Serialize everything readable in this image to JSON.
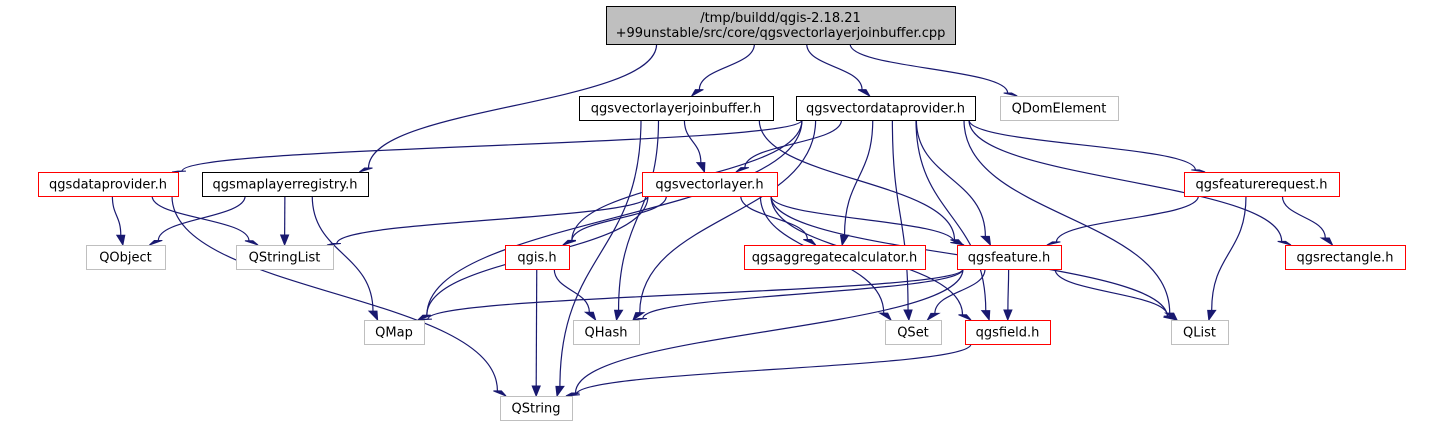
{
  "graph": {
    "title": "Include dependency graph",
    "colors": {
      "edge": "#191970",
      "root_fill": "#bfbfbf",
      "root_border": "#000000",
      "normal_border": "#000000",
      "red_border": "#ff0000",
      "gray_border": "#bfbfbf",
      "node_fill": "#ffffff"
    },
    "nodes": [
      {
        "id": "root",
        "lines": [
          "/tmp/buildd/qgis-2.18.21",
          "+99unstable/src/core/qgsvectorlayerjoinbuffer.cpp"
        ],
        "style": "root"
      },
      {
        "id": "joinbuffer",
        "lines": [
          "qgsvectorlayerjoinbuffer.h"
        ],
        "style": "normal"
      },
      {
        "id": "vdp",
        "lines": [
          "qgsvectordataprovider.h"
        ],
        "style": "normal"
      },
      {
        "id": "qdomelement",
        "lines": [
          "QDomElement"
        ],
        "style": "gray"
      },
      {
        "id": "dataprovider",
        "lines": [
          "qgsdataprovider.h"
        ],
        "style": "red"
      },
      {
        "id": "registry",
        "lines": [
          "qgsmaplayerregistry.h"
        ],
        "style": "normal"
      },
      {
        "id": "vectorlayer",
        "lines": [
          "qgsvectorlayer.h"
        ],
        "style": "red"
      },
      {
        "id": "featurerequest",
        "lines": [
          "qgsfeaturerequest.h"
        ],
        "style": "red"
      },
      {
        "id": "qobject",
        "lines": [
          "QObject"
        ],
        "style": "gray"
      },
      {
        "id": "qstringlist",
        "lines": [
          "QStringList"
        ],
        "style": "gray"
      },
      {
        "id": "qgis",
        "lines": [
          "qgis.h"
        ],
        "style": "red"
      },
      {
        "id": "aggregate",
        "lines": [
          "qgsaggregatecalculator.h"
        ],
        "style": "red"
      },
      {
        "id": "feature",
        "lines": [
          "qgsfeature.h"
        ],
        "style": "red"
      },
      {
        "id": "rectangle",
        "lines": [
          "qgsrectangle.h"
        ],
        "style": "red"
      },
      {
        "id": "qmap",
        "lines": [
          "QMap"
        ],
        "style": "gray"
      },
      {
        "id": "qhash",
        "lines": [
          "QHash"
        ],
        "style": "gray"
      },
      {
        "id": "qset",
        "lines": [
          "QSet"
        ],
        "style": "gray"
      },
      {
        "id": "field",
        "lines": [
          "qgsfield.h"
        ],
        "style": "red"
      },
      {
        "id": "qlist",
        "lines": [
          "QList"
        ],
        "style": "gray"
      },
      {
        "id": "qstring",
        "lines": [
          "QString"
        ],
        "style": "gray"
      }
    ],
    "edges": [
      [
        "root",
        "joinbuffer"
      ],
      [
        "root",
        "vdp"
      ],
      [
        "root",
        "qdomelement"
      ],
      [
        "root",
        "registry"
      ],
      [
        "joinbuffer",
        "qstring"
      ],
      [
        "joinbuffer",
        "vectorlayer"
      ],
      [
        "joinbuffer",
        "qhash"
      ],
      [
        "joinbuffer",
        "feature"
      ],
      [
        "vdp",
        "dataprovider"
      ],
      [
        "vdp",
        "qgis"
      ],
      [
        "vdp",
        "vectorlayer"
      ],
      [
        "vdp",
        "featurerequest"
      ],
      [
        "vdp",
        "aggregate"
      ],
      [
        "vdp",
        "feature"
      ],
      [
        "vdp",
        "rectangle"
      ],
      [
        "vdp",
        "qmap"
      ],
      [
        "vdp",
        "qhash"
      ],
      [
        "vdp",
        "qset"
      ],
      [
        "vdp",
        "field"
      ],
      [
        "vdp",
        "qlist"
      ],
      [
        "dataprovider",
        "qobject"
      ],
      [
        "dataprovider",
        "qstringlist"
      ],
      [
        "dataprovider",
        "qstring"
      ],
      [
        "registry",
        "qobject"
      ],
      [
        "registry",
        "qstringlist"
      ],
      [
        "registry",
        "qmap"
      ],
      [
        "vectorlayer",
        "qstringlist"
      ],
      [
        "vectorlayer",
        "qgis"
      ],
      [
        "vectorlayer",
        "qmap"
      ],
      [
        "vectorlayer",
        "aggregate"
      ],
      [
        "vectorlayer",
        "feature"
      ],
      [
        "vectorlayer",
        "qset"
      ],
      [
        "vectorlayer",
        "field"
      ],
      [
        "vectorlayer",
        "qlist"
      ],
      [
        "featurerequest",
        "feature"
      ],
      [
        "featurerequest",
        "rectangle"
      ],
      [
        "featurerequest",
        "qlist"
      ],
      [
        "qgis",
        "qhash"
      ],
      [
        "qgis",
        "qstring"
      ],
      [
        "feature",
        "qmap"
      ],
      [
        "feature",
        "qhash"
      ],
      [
        "feature",
        "qset"
      ],
      [
        "feature",
        "field"
      ],
      [
        "feature",
        "qlist"
      ],
      [
        "feature",
        "qstring"
      ],
      [
        "field",
        "qstring"
      ]
    ]
  }
}
